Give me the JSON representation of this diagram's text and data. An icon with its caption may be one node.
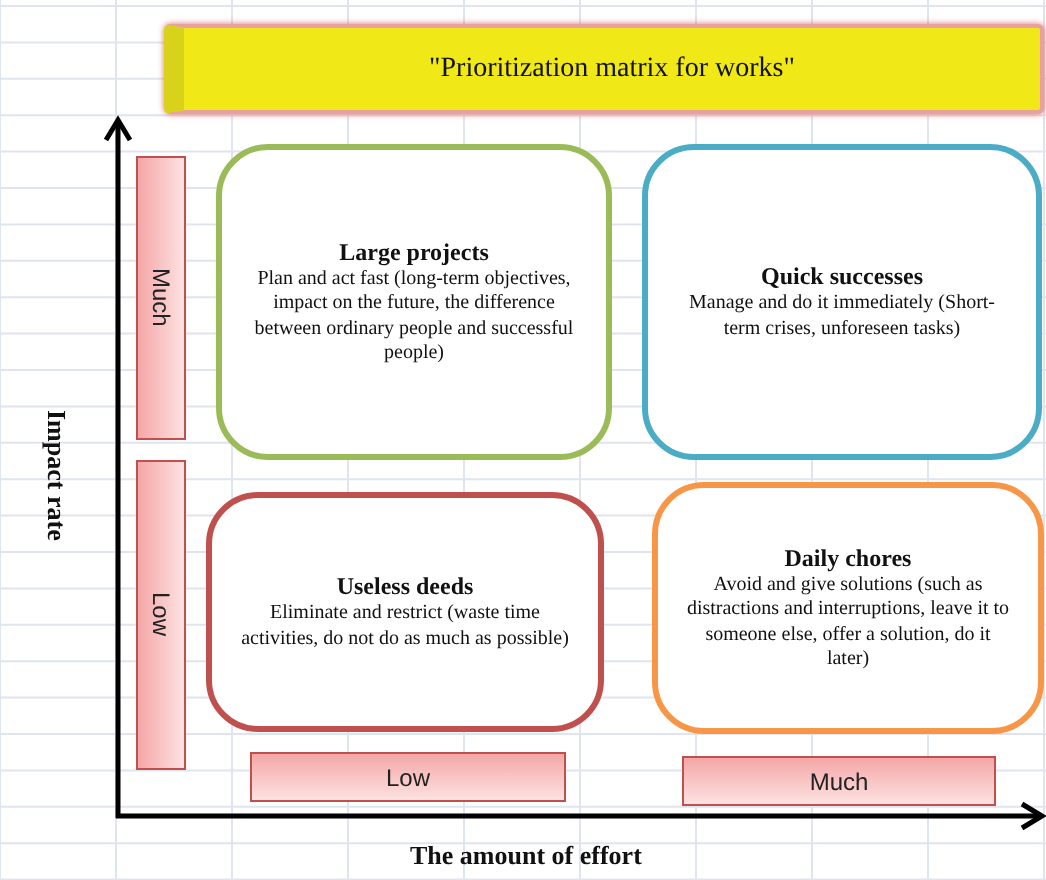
{
  "diagram": {
    "nodes": [
      {
        "text": [
          "\"Prioritization matrix for works\""
        ]
      },
      {
        "text": [
          "Much"
        ]
      },
      {
        "text": [
          "Large projects",
          "Plan and act fast (long-term objectives, impact on the future, the difference between ordinary people and successful people)"
        ]
      },
      {
        "text": [
          "Quick successes",
          "Manage and do it immediately (Short-term crises, unforeseen tasks)"
        ]
      },
      {
        "text": [
          "Low"
        ]
      },
      {
        "text": [
          "Useless deeds",
          "Eliminate and restrict (waste time activities, do not do as much as possible)"
        ]
      },
      {
        "text": [
          "Daily chores",
          "Avoid and give solutions (such as distractions and interruptions, leave it to someone else, offer a solution, do it later)"
        ]
      },
      {
        "text": [
          "Low"
        ]
      },
      {
        "text": [
          "Much"
        ]
      }
    ],
    "labels": [
      "Impact rate",
      "The amount of effort"
    ]
  }
}
